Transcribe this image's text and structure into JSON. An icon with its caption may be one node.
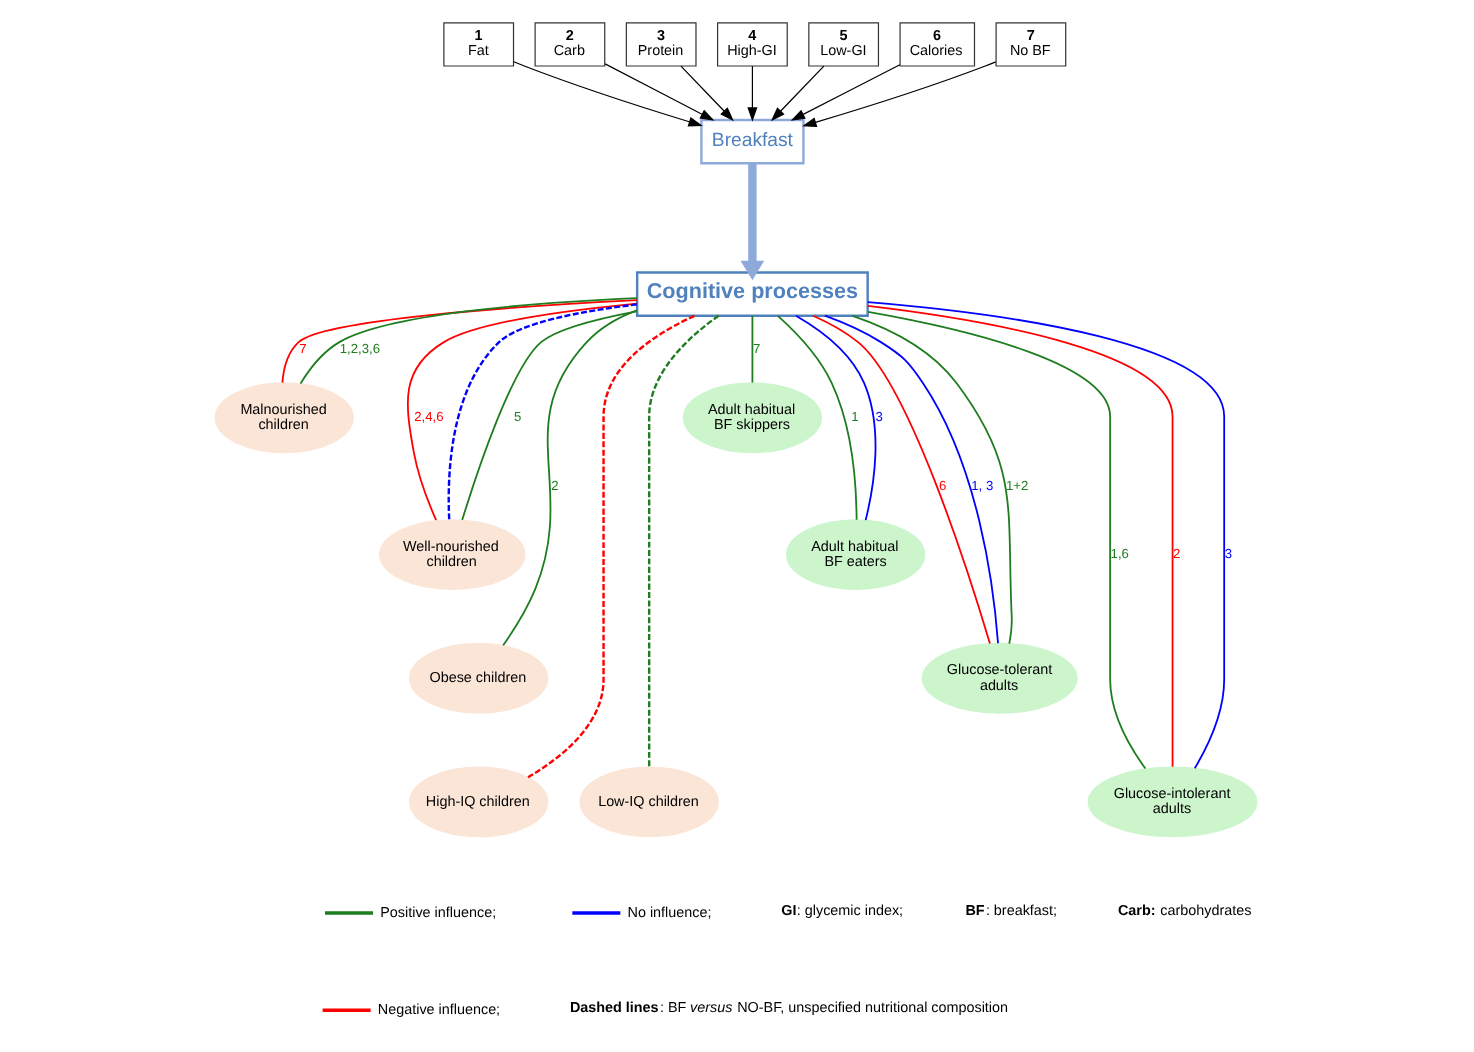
{
  "diagram": {
    "nodes": [
      {
        "text": [
          "1",
          "Fat"
        ]
      },
      {
        "text": [
          "2",
          "Carb"
        ]
      },
      {
        "text": [
          "3",
          "Protein"
        ]
      },
      {
        "text": [
          "4",
          "High-GI"
        ]
      },
      {
        "text": [
          "5",
          "Low-GI"
        ]
      },
      {
        "text": [
          "6",
          "Calories"
        ]
      },
      {
        "text": [
          "7",
          "No BF"
        ]
      },
      {
        "text": [
          "Breakfast"
        ]
      },
      {
        "text": [
          "Cognitive processes"
        ]
      },
      {
        "text": [
          "Malnourished children"
        ]
      },
      {
        "text": [
          "Well-nourished children"
        ]
      },
      {
        "text": [
          "Obese children"
        ]
      },
      {
        "text": [
          "High-IQ children"
        ]
      },
      {
        "text": [
          "Low-IQ children"
        ]
      },
      {
        "text": [
          "Adult habitual BF skippers"
        ]
      },
      {
        "text": [
          "Adult habitual BF eaters"
        ]
      },
      {
        "text": [
          "Glucose-tolerant adults"
        ]
      },
      {
        "text": [
          "Glucose-intolerant adults"
        ]
      }
    ],
    "edges": [
      {
        "from": 0,
        "to": 7,
        "arrow": "to",
        "color": "#000000"
      },
      {
        "from": 1,
        "to": 7,
        "arrow": "to",
        "color": "#000000"
      },
      {
        "from": 2,
        "to": 7,
        "arrow": "to",
        "color": "#000000"
      },
      {
        "from": 3,
        "to": 7,
        "arrow": "to",
        "color": "#000000"
      },
      {
        "from": 4,
        "to": 7,
        "arrow": "to",
        "color": "#000000"
      },
      {
        "from": 5,
        "to": 7,
        "arrow": "to",
        "color": "#000000"
      },
      {
        "from": 6,
        "to": 7,
        "arrow": "to",
        "color": "#000000"
      },
      {
        "from": 7,
        "to": 8,
        "arrow": "to",
        "style": "thick",
        "color": "#8eaadb"
      },
      {
        "from": 8,
        "to": 9,
        "arrow": "none",
        "label": "7",
        "color": "#ff0000"
      },
      {
        "from": 8,
        "to": 9,
        "arrow": "none",
        "label": "1,2,3,6"
      },
      {
        "from": 8,
        "to": 10,
        "arrow": "none",
        "label": "2,4,6",
        "color": "#ff0000"
      },
      {
        "from": 8,
        "to": 10,
        "arrow": "none",
        "style": "dashed",
        "color": "#0000ff"
      },
      {
        "from": 8,
        "to": 10,
        "arrow": "none",
        "label": "5"
      },
      {
        "from": 8,
        "to": 11,
        "arrow": "none",
        "label": "2"
      },
      {
        "from": 8,
        "to": 12,
        "arrow": "none",
        "style": "dashed",
        "color": "#ff0000"
      },
      {
        "from": 8,
        "to": 13,
        "arrow": "none",
        "style": "dashed"
      },
      {
        "from": 8,
        "to": 14,
        "arrow": "none",
        "label": "7"
      },
      {
        "from": 8,
        "to": 15,
        "arrow": "none",
        "label": "1"
      },
      {
        "from": 8,
        "to": 15,
        "arrow": "none",
        "label": "3",
        "color": "#0000ff"
      },
      {
        "from": 8,
        "to": 16,
        "arrow": "none",
        "label": "6",
        "color": "#ff0000"
      },
      {
        "from": 8,
        "to": 16,
        "arrow": "none",
        "label": "1, 3",
        "color": "#0000ff"
      },
      {
        "from": 8,
        "to": 16,
        "arrow": "none",
        "label": "1+2"
      },
      {
        "from": 8,
        "to": 17,
        "arrow": "none",
        "label": "1,6"
      },
      {
        "from": 8,
        "to": 17,
        "arrow": "none",
        "label": "2",
        "color": "#ff0000"
      },
      {
        "from": 8,
        "to": 17,
        "arrow": "none",
        "label": "3",
        "color": "#0000ff"
      }
    ],
    "labels": [
      "**GI**: glycemic index;",
      "**BF**: breakfast;",
      "**Carb:** carbohydrates",
      "**Dashed lines**: BF *versus* NO-BF, unspecified nutritional composition"
    ],
    "legend": [
      {
        "text": "Positive influence;"
      },
      {
        "text": "No influence;"
      },
      {
        "text": "Negative influence;"
      }
    ]
  }
}
